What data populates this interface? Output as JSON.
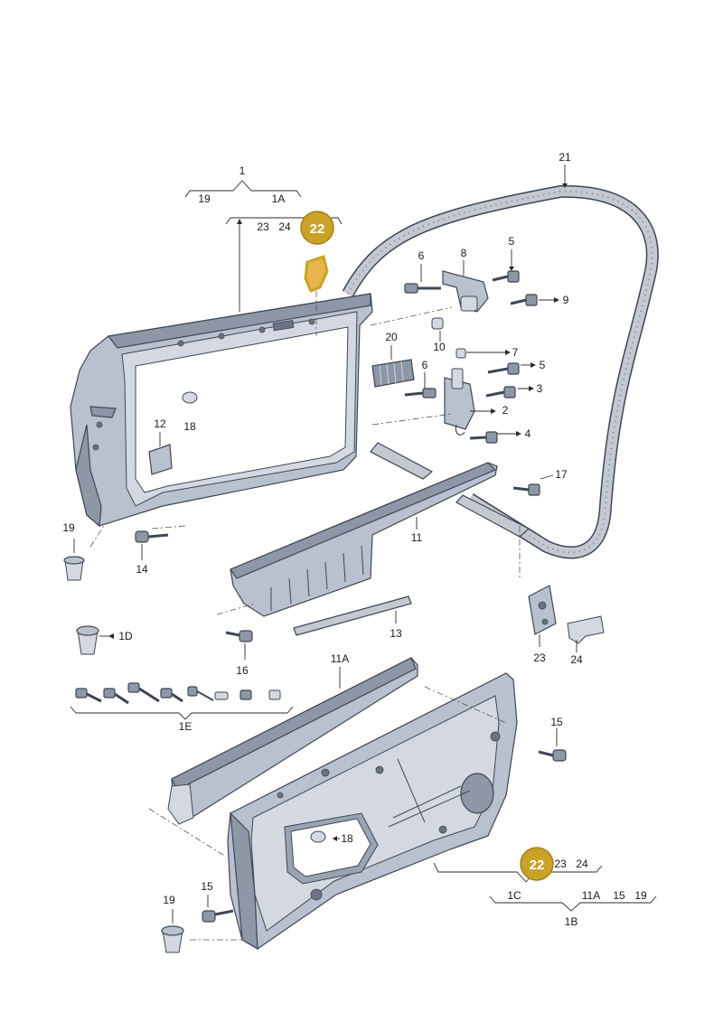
{
  "labels": {
    "l1": "1",
    "l19a": "19",
    "l1A": "1A",
    "l23a": "23",
    "l24a": "24",
    "l22a": "22",
    "l21": "21",
    "l5a": "5",
    "l6a": "6",
    "l8": "8",
    "l9": "9",
    "l10": "10",
    "l20": "20",
    "l7": "7",
    "l6b": "6",
    "l5b": "5",
    "l3": "3",
    "l2": "2",
    "l4": "4",
    "l18a": "18",
    "l12": "12",
    "l17": "17",
    "l19b": "19",
    "l14": "14",
    "l11": "11",
    "l13": "13",
    "l23b": "23",
    "l24b": "24",
    "l1D": "1D",
    "l16": "16",
    "l11A": "11A",
    "l1E": "1E",
    "l15a": "15",
    "l18b": "18",
    "l22b": "22",
    "l23c": "23",
    "l24c": "24",
    "l1C": "1C",
    "l11Ab": "11A",
    "l15b": "15",
    "l19c": "19",
    "l1B": "1B",
    "l15c": "15",
    "l19d": "19"
  },
  "colors": {
    "highlight_badge": "#c9a227",
    "part_fill": "#b9c1ce",
    "outline": "#3f4654"
  }
}
